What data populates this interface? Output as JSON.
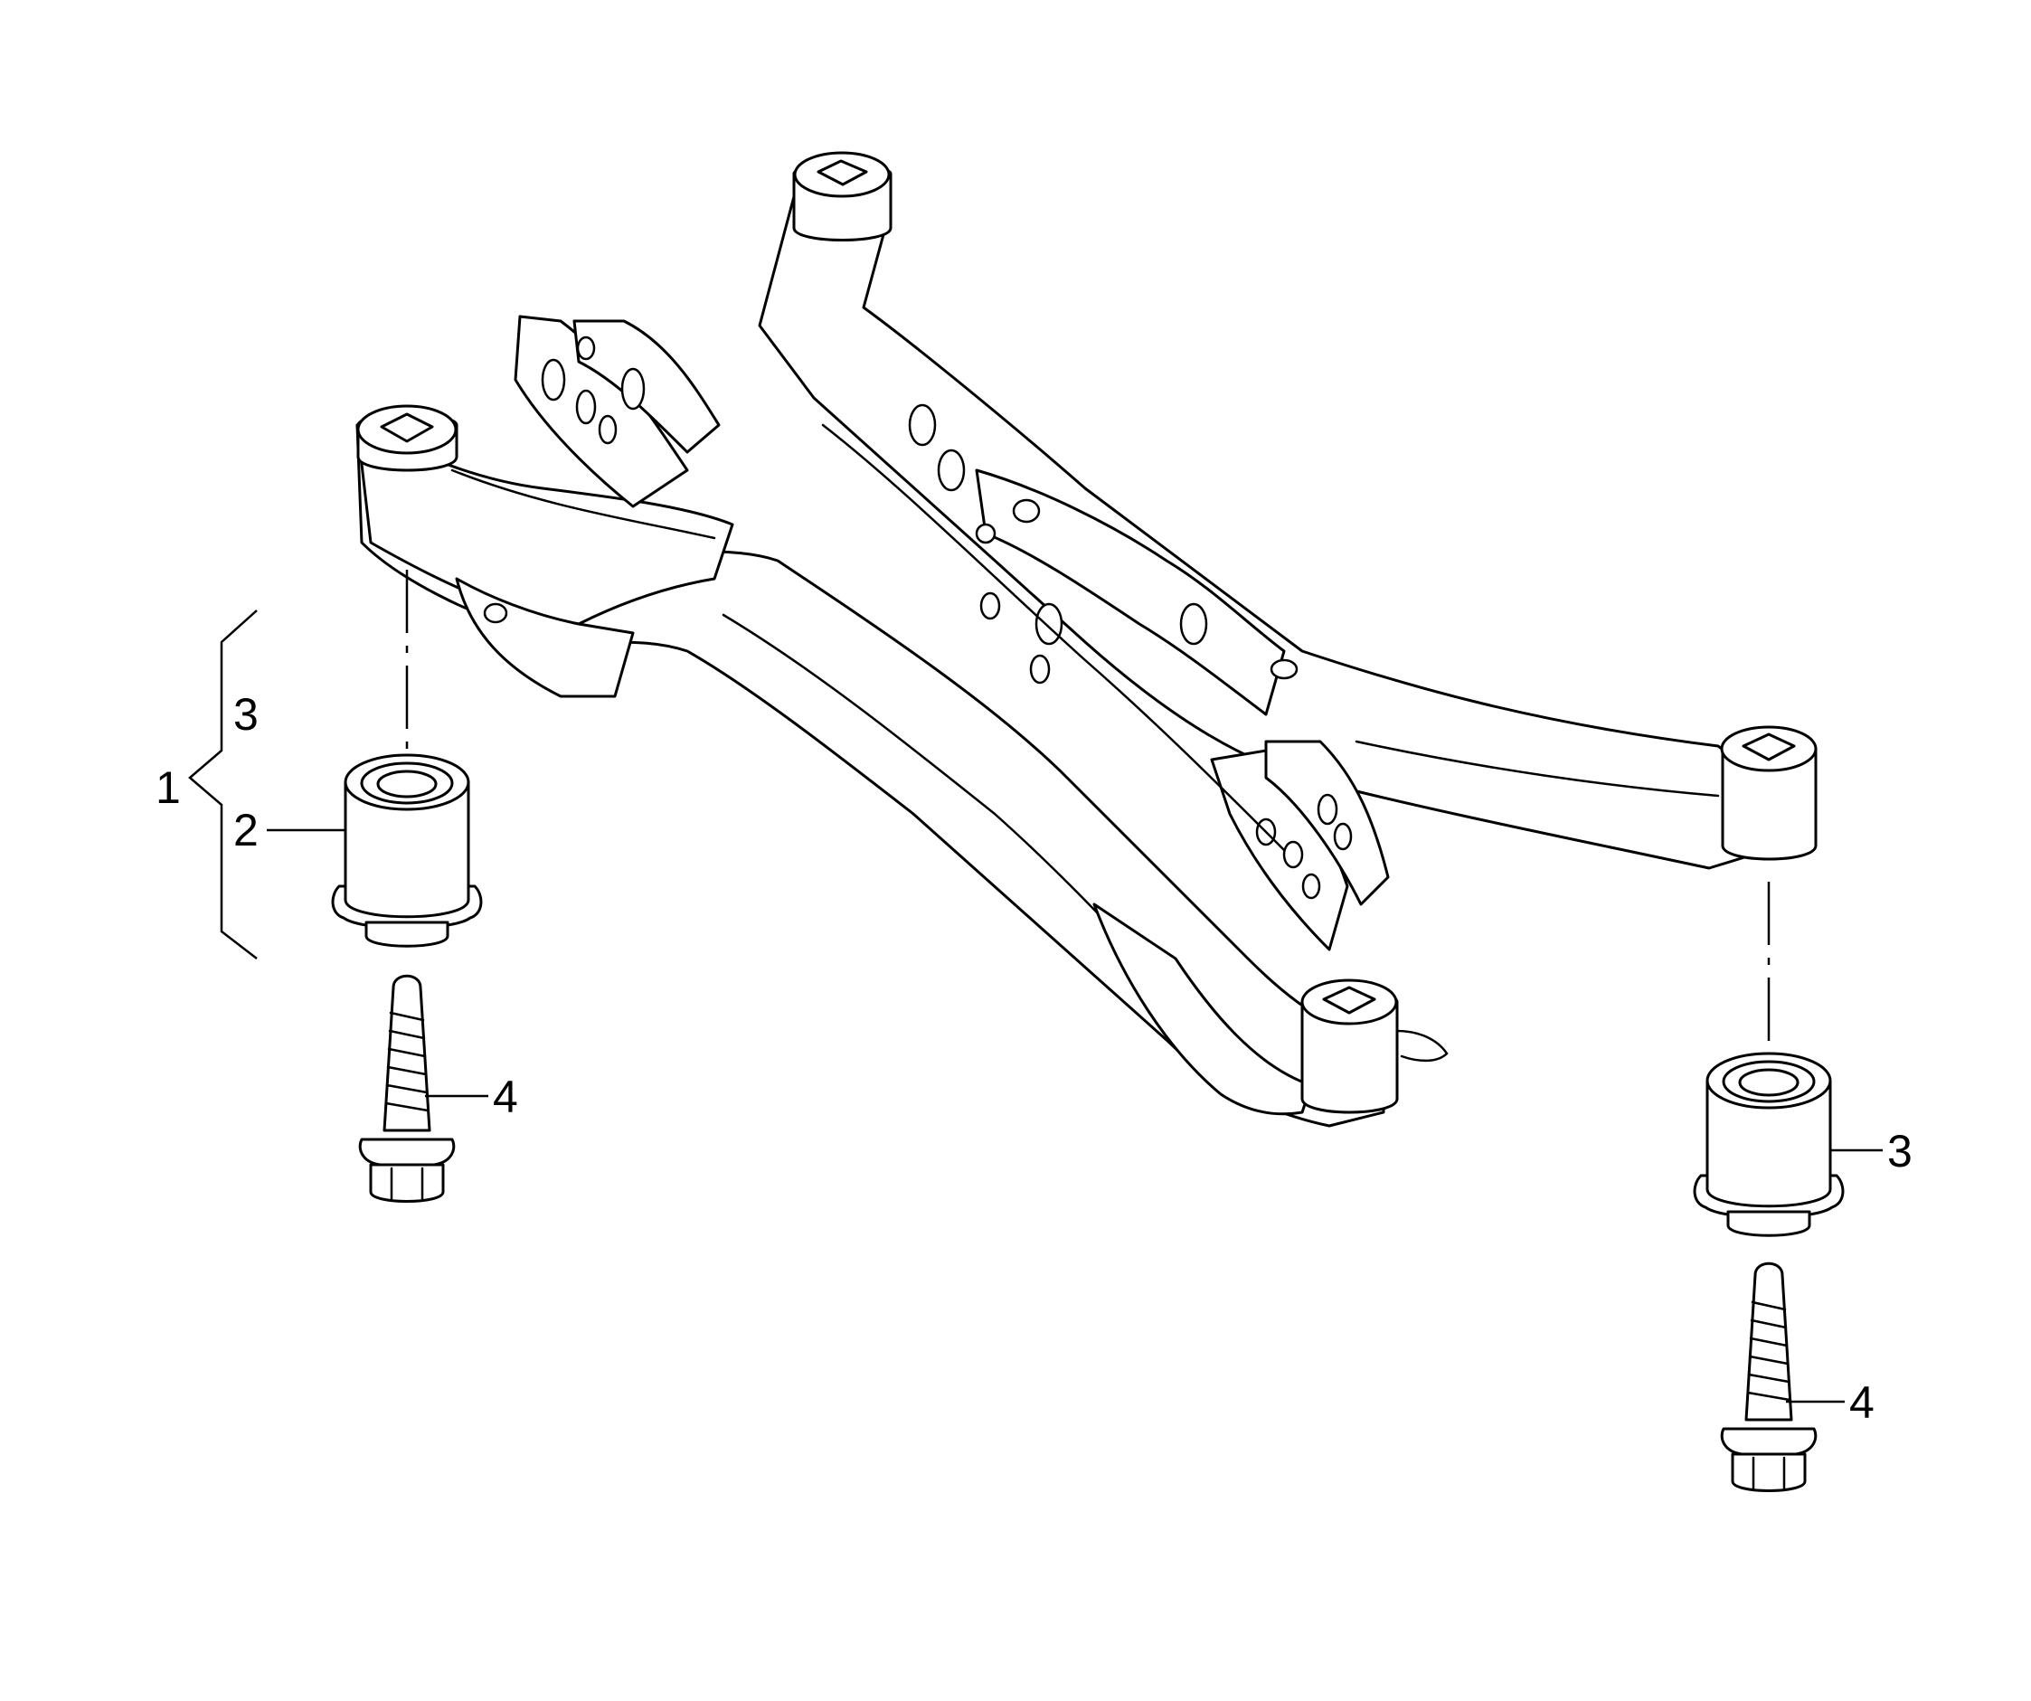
{
  "callouts": {
    "assembly": "1",
    "upper_inner": "3",
    "left_bushing": "2",
    "left_bolt": "4",
    "right_bushing": "3",
    "right_bolt": "4"
  }
}
